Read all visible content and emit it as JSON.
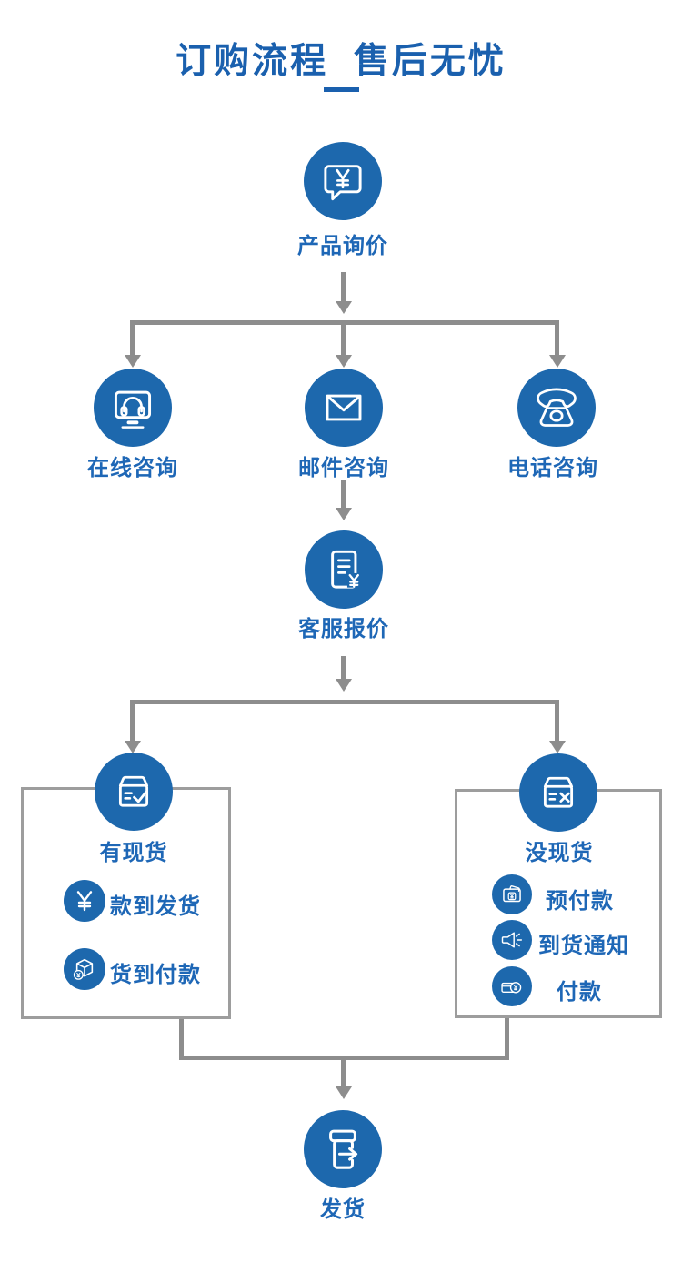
{
  "colors": {
    "circle_blue": "#1d68ad",
    "text_blue": "#1e67b6",
    "title_blue": "#1a60ae",
    "connector_gray": "#8d8d8d",
    "box_border_gray": "#9d9d9d"
  },
  "header": {
    "title": "订购流程  售后无忧"
  },
  "flow": {
    "inquiry": {
      "label": "产品询价",
      "icon": "chat-yuan-icon"
    },
    "contact_options": [
      {
        "label": "在线咨询",
        "icon": "online-support-icon"
      },
      {
        "label": "邮件咨询",
        "icon": "email-icon"
      },
      {
        "label": "电话咨询",
        "icon": "phone-icon"
      }
    ],
    "quote": {
      "label": "客服报价",
      "icon": "quote-document-icon"
    },
    "stock_branches": [
      {
        "label": "有现货",
        "icon": "box-check-icon",
        "items": [
          {
            "label": "款到发货",
            "icon": "yuan-icon"
          },
          {
            "label": "货到付款",
            "icon": "package-coin-icon"
          }
        ]
      },
      {
        "label": "没现货",
        "icon": "box-x-icon",
        "items": [
          {
            "label": "预付款",
            "icon": "wallet-yuan-icon"
          },
          {
            "label": "到货通知",
            "icon": "speaker-icon"
          },
          {
            "label": "付款",
            "icon": "card-coin-icon"
          }
        ]
      }
    ],
    "ship": {
      "label": "发货",
      "icon": "shipping-box-icon"
    }
  }
}
